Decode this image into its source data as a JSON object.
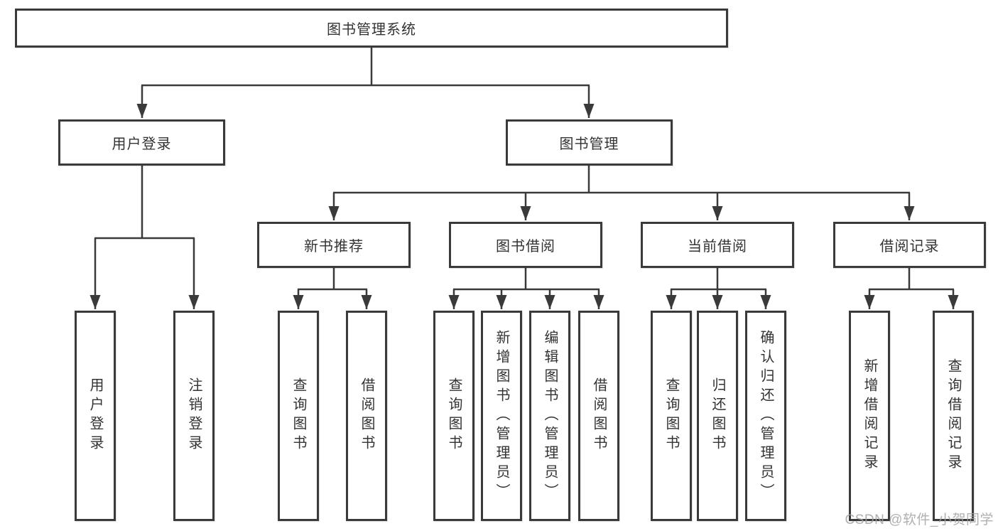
{
  "tree": {
    "label": "图书管理系统",
    "children": [
      {
        "label": "用户登录",
        "children": [
          {
            "label": "用户登录"
          },
          {
            "label": "注销登录"
          }
        ]
      },
      {
        "label": "图书管理",
        "children": [
          {
            "label": "新书推荐",
            "children": [
              {
                "label": "查询图书"
              },
              {
                "label": "借阅图书"
              }
            ]
          },
          {
            "label": "图书借阅",
            "children": [
              {
                "label": "查询图书"
              },
              {
                "label": "新增图书（管理员）"
              },
              {
                "label": "编辑图书（管理员）"
              },
              {
                "label": "借阅图书"
              }
            ]
          },
          {
            "label": "当前借阅",
            "children": [
              {
                "label": "查询图书"
              },
              {
                "label": "归还图书"
              },
              {
                "label": "确认归还（管理员）"
              }
            ]
          },
          {
            "label": "借阅记录",
            "children": [
              {
                "label": "新增借阅记录"
              },
              {
                "label": "查询借阅记录"
              }
            ]
          }
        ]
      }
    ]
  },
  "watermark": {
    "text": "CSDN @软件_小贺同学"
  },
  "colors": {
    "line": "#3a3a3a",
    "text": "#333333",
    "background": "#ffffff",
    "watermark": "#a2a2a2"
  }
}
